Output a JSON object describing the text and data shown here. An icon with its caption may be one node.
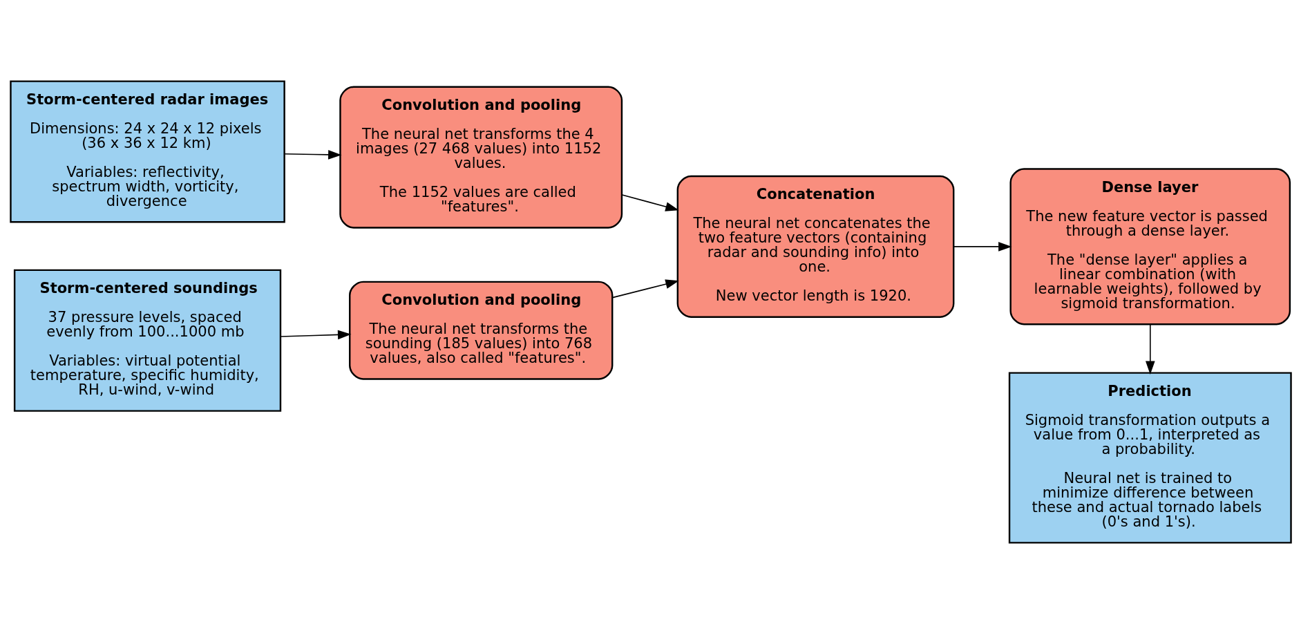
{
  "diagram": {
    "nodes": [
      {
        "text": [
          "Storm-centered radar images",
          "Dimensions: 24 x 24 x 12 pixels (36 x 36 x 12 km)",
          "Variables: reflectivity, spectrum width, vorticity, divergence"
        ]
      },
      {
        "text": [
          "Storm-centered soundings",
          "37 pressure levels, spaced evenly from 100...1000 mb",
          "Variables: virtual potential temperature, specific humidity, RH, u-wind, v-wind"
        ]
      },
      {
        "text": [
          "Convolution and pooling",
          "The neural net transforms the 4 images (27 468 values) into 1152 values.",
          "The 1152 values are called \"features\"."
        ]
      },
      {
        "text": [
          "Convolution and pooling",
          "The neural net transforms the sounding (185 values) into 768 values, also called \"features\"."
        ]
      },
      {
        "text": [
          "Concatenation",
          "The neural net concatenates the two feature vectors (containing radar and sounding info) into one.",
          "New vector length is 1920."
        ]
      },
      {
        "text": [
          "Dense layer",
          "The new feature vector is passed through a dense layer.",
          "The \"dense layer\" applies a linear combination (with learnable weights), followed by sigmoid transformation."
        ]
      },
      {
        "text": [
          "Prediction",
          "Sigmoid transformation outputs a value from 0...1, interpreted as a probability.",
          "Neural net is trained to minimize difference between these and actual tornado labels (0's and 1's)."
        ]
      }
    ],
    "edges": [
      {
        "from": 0,
        "to": 2,
        "arrow": "to"
      },
      {
        "from": 1,
        "to": 3,
        "arrow": "to"
      },
      {
        "from": 2,
        "to": 4,
        "arrow": "to"
      },
      {
        "from": 3,
        "to": 4,
        "arrow": "to"
      },
      {
        "from": 4,
        "to": 5,
        "arrow": "to"
      },
      {
        "from": 5,
        "to": 6,
        "arrow": "to"
      }
    ]
  }
}
